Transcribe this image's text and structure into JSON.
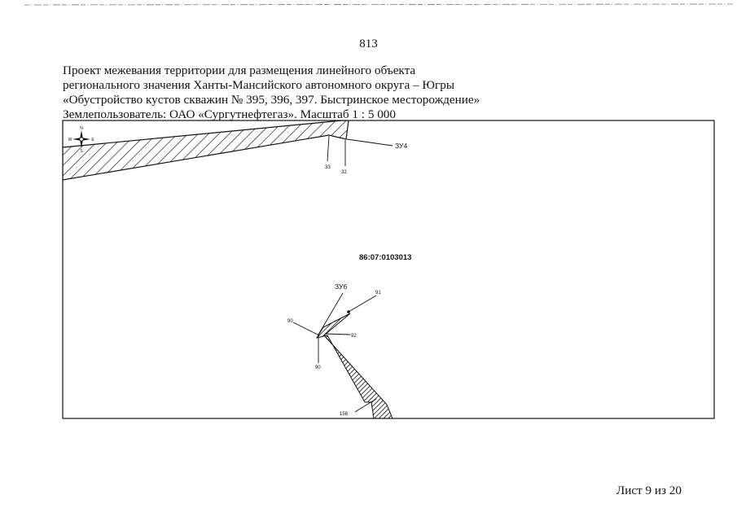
{
  "page": {
    "number": "813",
    "title_lines": [
      "Проект межевания территории для размещения линейного объекта",
      "регионального значения Ханты-Мансийского автономного округа – Югры",
      "«Обустройство кустов скважин № 395, 396, 397. Быстринское месторождение»",
      "Землепользователь: ОАО «Сургутнефтегаз». Масштаб 1 : 5 000"
    ],
    "sheet_label": "Лист 9 из 20"
  },
  "map": {
    "cadastral_number": "86:07:0103013",
    "plots": {
      "zu4": "ЗУ4",
      "zu6": "ЗУ6"
    },
    "points": {
      "p33": "33",
      "p32": "32",
      "p91": "91",
      "p90_left": "90",
      "p92": "92",
      "p90_bottom": "90",
      "p158": "158"
    },
    "compass": {
      "north": "N",
      "south": "S",
      "west": "W",
      "east": "E"
    }
  }
}
